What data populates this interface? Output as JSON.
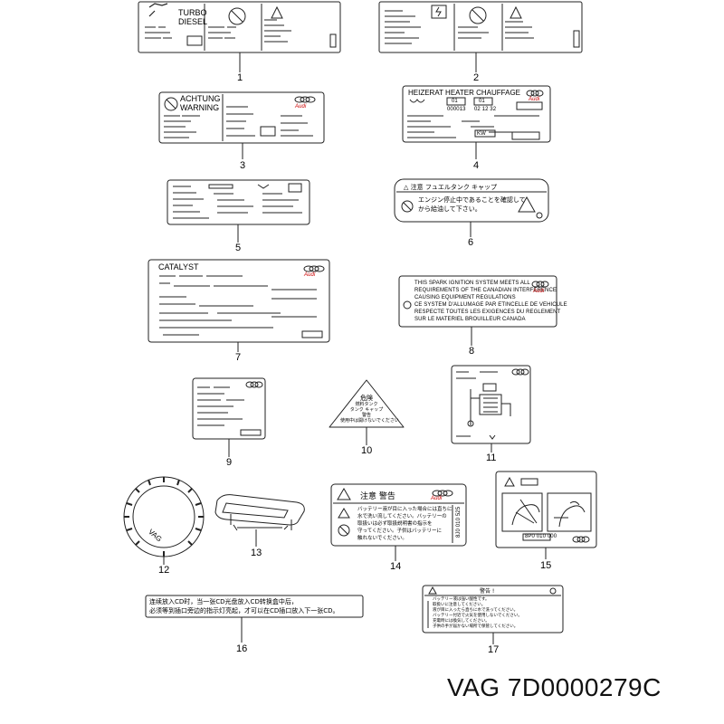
{
  "labels": {
    "l1": {
      "line1": "TURBO",
      "line2": "DIESEL"
    },
    "l3": {
      "line1": "ACHTUNG",
      "line2": "WARNING",
      "brand": "Audi"
    },
    "l4": {
      "title": "HEIZERAT HEATER CHAUFFAGE",
      "b1": "01",
      "b2": "01",
      "code1": "000013",
      "code2": "02 12 32",
      "kw": "KW",
      "brand": "Audi"
    },
    "l6": {
      "header": "△ 注意  フュエルタンク キャップ",
      "row1": "エンジン停止中であることを確認して",
      "row2": "から給油して下さい。"
    },
    "l7": {
      "title": "CATALYST",
      "brand": "Audi"
    },
    "l8": {
      "lines": [
        "THIS SPARK IGNITION SYSTEM MEETS ALL",
        "REQUIREMENTS OF THE CANADIAN INTERFERENCE",
        "CAUSING EQUIPMENT REGULATIONS",
        "CE SYSTEM D'ALLUMAGE PAR ETINCELLE DE VEHICULE",
        "RESPECTE TOUTES LES EXIGENCES DU REGLEMENT",
        "SUR LE MATERIEL BROUILLEUR CANADA"
      ],
      "brand": "Audi"
    },
    "l10": {
      "title": "危険",
      "lines": [
        "燃料タンク",
        "タンク キャップ",
        "警告",
        "使用中は開けないでください"
      ]
    },
    "l12": {
      "text": "VAG"
    },
    "l14": {
      "header": "注意    警告",
      "lines": [
        "バッテリー液が目に入った場合には直ちに",
        "水で洗い流してください。バッテリーの",
        "取扱いは必ず取扱説明書の指示を",
        "守ってください。子供はバッテリーに",
        "触れないでください。"
      ],
      "code": "8J0 010 525",
      "brand": "Audi"
    },
    "l15": {
      "code": "8P0 010 000"
    },
    "l16": {
      "line1": "连续放入CD时，当一张CD光盘放入CD转换盒中后，",
      "line2": "必须等到插口旁边的指示灯亮起，才可以在CD插口放入下一张CD。"
    },
    "l17": {
      "title": "警告 !",
      "lines": [
        "バッテリー液は強い酸性です。",
        "取扱いに注意してください。",
        "液が目に入ったら直ちに水で洗ってください。",
        "バッテリー付近で火気を使用しないでください。",
        "充電時には換気してください。",
        "子供の手が届かない場所で保管してください。"
      ]
    }
  },
  "callouts": [
    "1",
    "2",
    "3",
    "4",
    "5",
    "6",
    "7",
    "8",
    "9",
    "10",
    "11",
    "12",
    "13",
    "14",
    "15",
    "16",
    "17"
  ],
  "caption": "VAG 7D0000279C"
}
